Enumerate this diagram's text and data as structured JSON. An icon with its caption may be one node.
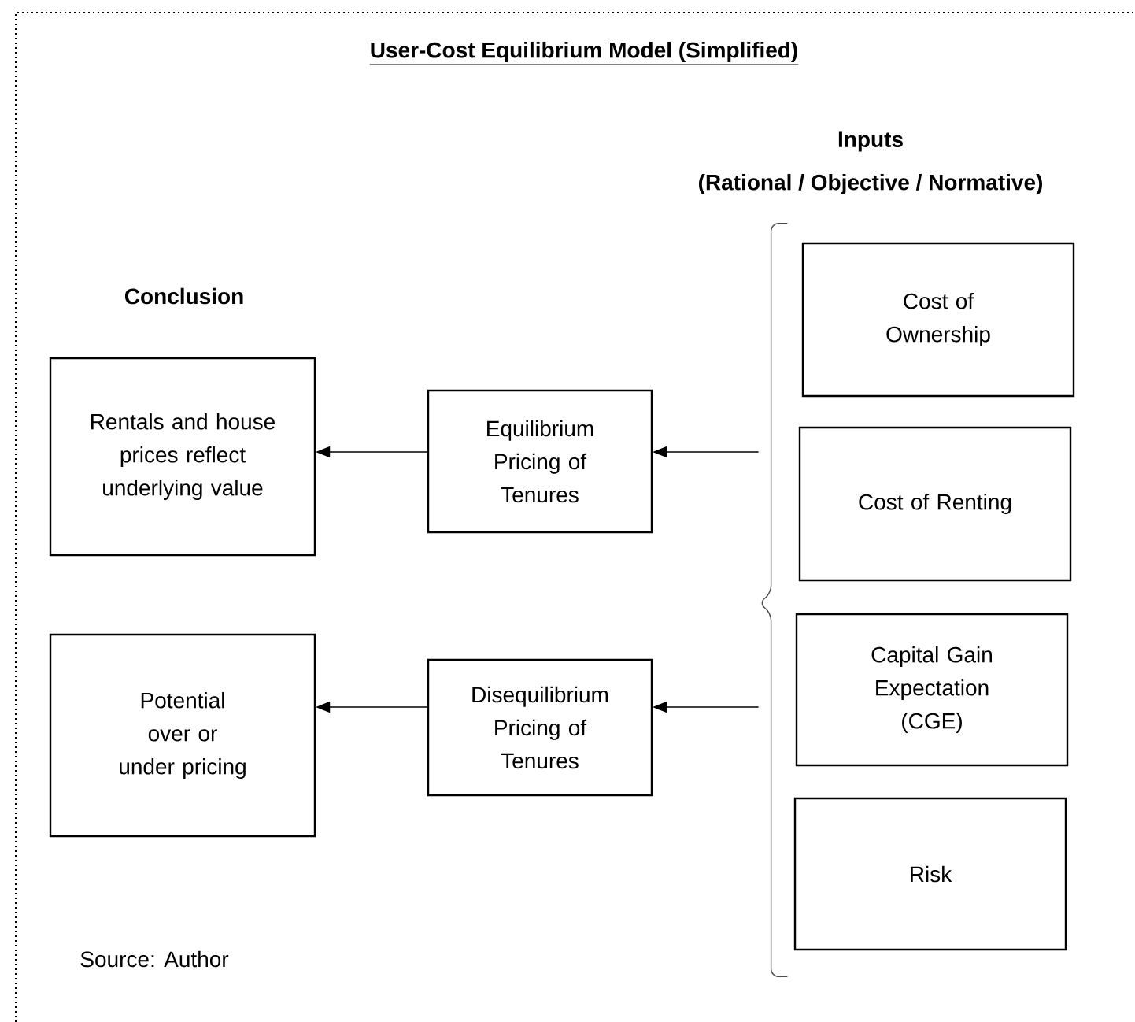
{
  "diagram": {
    "title": "User-Cost Equilibrium Model (Simplified)",
    "nodes": [
      {
        "text": [
          "Rentals and house prices reflect underlying value"
        ]
      },
      {
        "text": [
          "Equilibrium Pricing of Tenures"
        ]
      },
      {
        "text": [
          "Potential over or under pricing"
        ]
      },
      {
        "text": [
          "Disequilibrium Pricing of Tenures"
        ]
      },
      {
        "text": [
          "Cost of Ownership"
        ]
      },
      {
        "text": [
          "Cost of Renting"
        ]
      },
      {
        "text": [
          "Capital Gain Expectation (CGE)"
        ]
      },
      {
        "text": [
          "Risk"
        ]
      },
      {
        "text": [],
        "shape": "brace"
      }
    ],
    "edges": [
      {
        "from": 8,
        "to": 1,
        "arrow": "to"
      },
      {
        "from": 1,
        "to": 0,
        "arrow": "to"
      },
      {
        "from": 8,
        "to": 3,
        "arrow": "to"
      },
      {
        "from": 3,
        "to": 2,
        "arrow": "to"
      }
    ],
    "labels": [
      "Inputs",
      "(Rational / Objective / Normative)",
      "Conclusion",
      "Source: Author"
    ]
  }
}
